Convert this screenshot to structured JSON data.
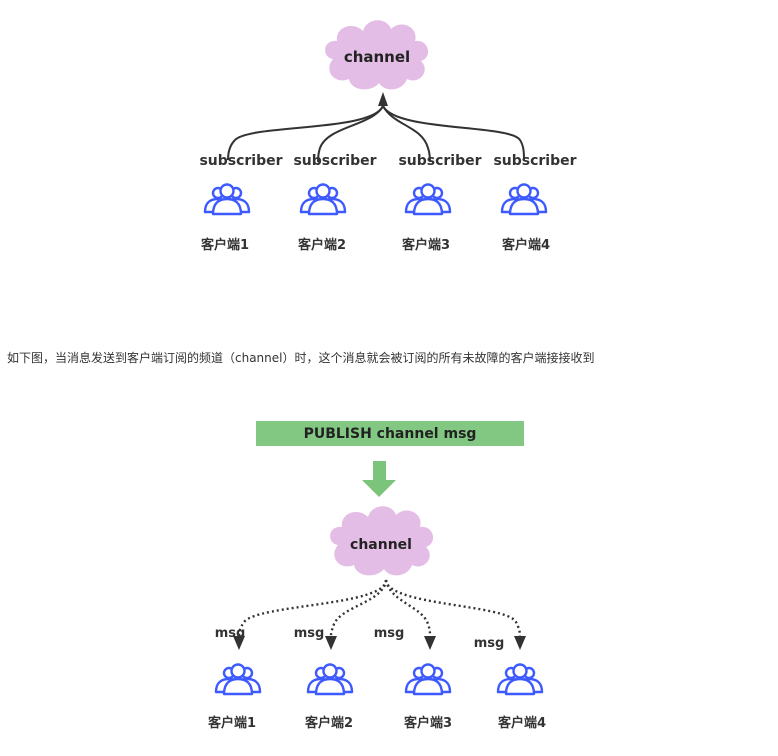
{
  "diagram1": {
    "channel_label": "channel",
    "subscriber_labels": [
      "subscriber",
      "subscriber",
      "subscriber",
      "subscriber"
    ],
    "client_labels": [
      "客户端1",
      "客户端2",
      "客户端3",
      "客户端4"
    ]
  },
  "caption": "如下图，当消息发送到客户端订阅的频道（channel）时，这个消息就会被订阅的所有未故障的客户端接接收到",
  "diagram2": {
    "publish_label": "PUBLISH channel msg",
    "channel_label": "channel",
    "msg_labels": [
      "msg",
      "msg",
      "msg",
      "msg"
    ],
    "client_labels": [
      "客户端1",
      "客户端2",
      "客户端3",
      "客户端4"
    ]
  },
  "colors": {
    "cloud": "#e3bde6",
    "user_icon": "#3d5afe",
    "publish_box": "#82c882",
    "arrow_green": "#7cc47c",
    "line": "#333333"
  },
  "icons": [
    "cloud-icon",
    "users-icon",
    "arrow-down-icon"
  ]
}
